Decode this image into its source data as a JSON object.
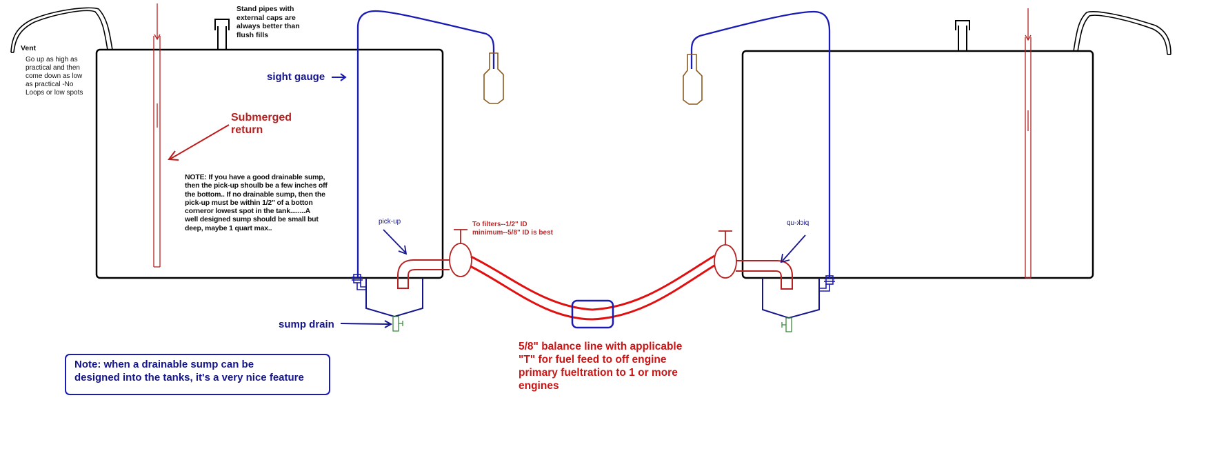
{
  "diagram": {
    "title": "Twin fuel tank plumbing with balance line",
    "colors": {
      "tank_outline": "#000000",
      "sight_gauge": "#1a1ab4",
      "return_line": "#b52020",
      "balance_line": "#e01010",
      "bottle": "#8b5a1e",
      "drain_valve": "#3a8a3a"
    },
    "left_tank": {
      "vent_label": "Vent",
      "vent_note": "Go up as high as\npractical and then\ncome down as low\nas practical -No\nLoops or low spots",
      "standpipe_note": "Stand pipes with\nexternal caps are\nalways better than\nflush fills",
      "sight_gauge_label": "sight gauge",
      "sight_gauge_arrow": "→",
      "return_label": "Submerged\nreturn",
      "note": "NOTE: If you have a good drainable sump,\nthen the pick-up shoulb be a few inches off\nthe bottom.. If no drainable sump, then the\npick-up must be within 1/2\" of a botton\ncorneror lowest spot in the tank........A\nwell designed sump should be small but\ndeep, maybe 1 quart max..",
      "pickup_label": "pick-up",
      "sump_drain_label": "sump drain"
    },
    "right_tank": {
      "pickup_label": "pick-up",
      "pickup_label_mirrored": true
    },
    "tee_label": "To filters--1/2\" ID\nminimum--5/8\" ID is best",
    "balance_line_label": "5/8\" balance line with applicable\n\"T\" for fuel feed to off engine\nprimary fueltration  to 1 or more\nengines",
    "bottom_note": "Note: when a drainable sump can be\ndesigned into the tanks, it's a very nice feature"
  }
}
